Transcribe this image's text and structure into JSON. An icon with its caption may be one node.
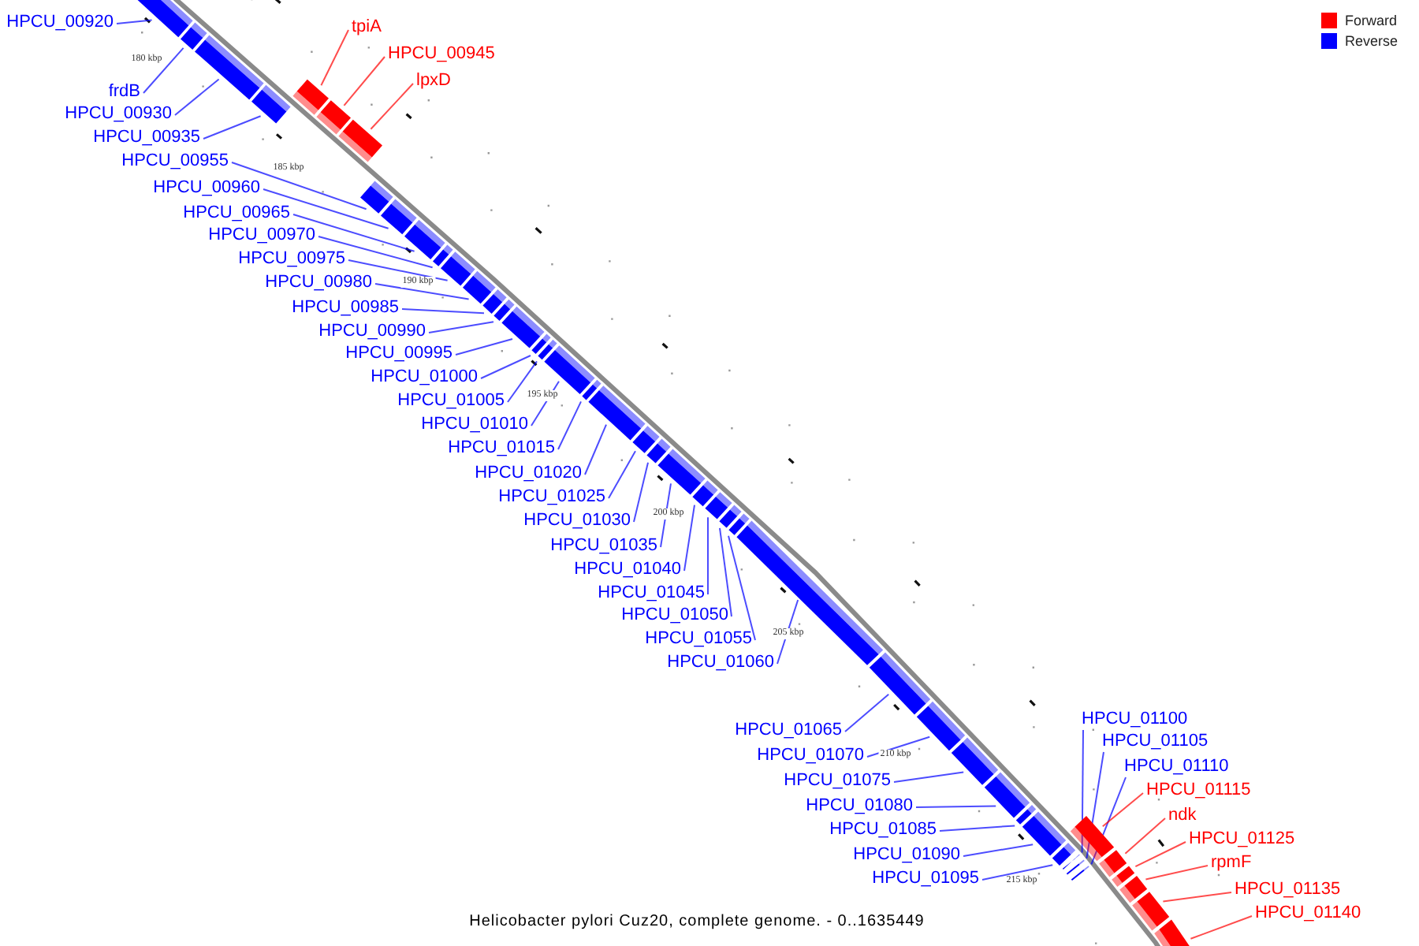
{
  "diagram": {
    "caption": "Helicobacter pylori Cuz20, complete genome. - 0..1635449",
    "nodes": [
      {
        "text": [
          "HPCU_00920"
        ]
      },
      {
        "text": [],
        "shape": "bar"
      },
      {
        "text": [
          "frdB"
        ]
      },
      {
        "text": [],
        "shape": "bar"
      },
      {
        "text": [
          "HPCU_00930"
        ]
      },
      {
        "text": [],
        "shape": "bar"
      },
      {
        "text": [
          "HPCU_00935"
        ]
      },
      {
        "text": [],
        "shape": "bar"
      },
      {
        "text": [
          "tpiA"
        ]
      },
      {
        "text": [],
        "shape": "bar"
      },
      {
        "text": [
          "HPCU_00945"
        ]
      },
      {
        "text": [],
        "shape": "bar"
      },
      {
        "text": [
          "lpxD"
        ]
      },
      {
        "text": [],
        "shape": "bar"
      },
      {
        "text": [
          "HPCU_00955"
        ]
      },
      {
        "text": [],
        "shape": "bar"
      },
      {
        "text": [
          "HPCU_00960"
        ]
      },
      {
        "text": [],
        "shape": "bar"
      },
      {
        "text": [
          "HPCU_00965"
        ]
      },
      {
        "text": [],
        "shape": "bar"
      },
      {
        "text": [
          "HPCU_00970"
        ]
      },
      {
        "text": [],
        "shape": "bar"
      },
      {
        "text": [
          "HPCU_00975"
        ]
      },
      {
        "text": [],
        "shape": "bar"
      },
      {
        "text": [
          "HPCU_00980"
        ]
      },
      {
        "text": [],
        "shape": "bar"
      },
      {
        "text": [
          "HPCU_00985"
        ]
      },
      {
        "text": [],
        "shape": "bar"
      },
      {
        "text": [
          "HPCU_00990"
        ]
      },
      {
        "text": [],
        "shape": "bar"
      },
      {
        "text": [
          "HPCU_00995"
        ]
      },
      {
        "text": [],
        "shape": "bar"
      },
      {
        "text": [
          "HPCU_01000"
        ]
      },
      {
        "text": [],
        "shape": "bar"
      },
      {
        "text": [
          "HPCU_01005"
        ]
      },
      {
        "text": [],
        "shape": "bar"
      },
      {
        "text": [
          "HPCU_01010"
        ]
      },
      {
        "text": [],
        "shape": "bar"
      },
      {
        "text": [
          "HPCU_01015"
        ]
      },
      {
        "text": [],
        "shape": "bar"
      },
      {
        "text": [
          "HPCU_01020"
        ]
      },
      {
        "text": [],
        "shape": "bar"
      },
      {
        "text": [
          "HPCU_01025"
        ]
      },
      {
        "text": [],
        "shape": "bar"
      },
      {
        "text": [
          "HPCU_01030"
        ]
      },
      {
        "text": [],
        "shape": "bar"
      },
      {
        "text": [
          "HPCU_01035"
        ]
      },
      {
        "text": [],
        "shape": "bar"
      },
      {
        "text": [
          "HPCU_01040"
        ]
      },
      {
        "text": [],
        "shape": "bar"
      },
      {
        "text": [
          "HPCU_01045"
        ]
      },
      {
        "text": [],
        "shape": "bar"
      },
      {
        "text": [
          "HPCU_01050"
        ]
      },
      {
        "text": [],
        "shape": "bar"
      },
      {
        "text": [
          "HPCU_01055"
        ]
      },
      {
        "text": [],
        "shape": "bar"
      },
      {
        "text": [
          "HPCU_01060"
        ]
      },
      {
        "text": [],
        "shape": "bar"
      },
      {
        "text": [
          "HPCU_01065"
        ]
      },
      {
        "text": [],
        "shape": "bar"
      },
      {
        "text": [
          "HPCU_01070"
        ]
      },
      {
        "text": [],
        "shape": "bar"
      },
      {
        "text": [
          "HPCU_01075"
        ]
      },
      {
        "text": [],
        "shape": "bar"
      },
      {
        "text": [
          "HPCU_01080"
        ]
      },
      {
        "text": [],
        "shape": "bar"
      },
      {
        "text": [
          "HPCU_01085"
        ]
      },
      {
        "text": [],
        "shape": "bar"
      },
      {
        "text": [
          "HPCU_01090"
        ]
      },
      {
        "text": [],
        "shape": "bar"
      },
      {
        "text": [
          "HPCU_01095"
        ]
      },
      {
        "text": [],
        "shape": "bar"
      },
      {
        "text": [
          "HPCU_01100"
        ]
      },
      {
        "text": [],
        "shape": "bar"
      },
      {
        "text": [
          "HPCU_01105"
        ]
      },
      {
        "text": [],
        "shape": "bar"
      },
      {
        "text": [
          "HPCU_01110"
        ]
      },
      {
        "text": [],
        "shape": "bar"
      },
      {
        "text": [
          "HPCU_01115"
        ]
      },
      {
        "text": [],
        "shape": "bar"
      },
      {
        "text": [
          "ndk"
        ]
      },
      {
        "text": [],
        "shape": "bar"
      },
      {
        "text": [
          "HPCU_01125"
        ]
      },
      {
        "text": [],
        "shape": "bar"
      },
      {
        "text": [
          "rpmF"
        ]
      },
      {
        "text": [],
        "shape": "bar"
      },
      {
        "text": [
          "HPCU_01135"
        ]
      },
      {
        "text": [],
        "shape": "bar"
      },
      {
        "text": [
          "HPCU_01140"
        ]
      },
      {
        "text": [],
        "shape": "bar"
      }
    ],
    "edges": [
      {
        "from": 0,
        "to": 1,
        "arrow": "none"
      },
      {
        "from": 2,
        "to": 3,
        "arrow": "none"
      },
      {
        "from": 4,
        "to": 5,
        "arrow": "none"
      },
      {
        "from": 6,
        "to": 7,
        "arrow": "none"
      },
      {
        "from": 8,
        "to": 9,
        "arrow": "none",
        "color": "#ff0000"
      },
      {
        "from": 10,
        "to": 11,
        "arrow": "none",
        "color": "#ff0000"
      },
      {
        "from": 12,
        "to": 13,
        "arrow": "none",
        "color": "#ff0000"
      },
      {
        "from": 14,
        "to": 15,
        "arrow": "none"
      },
      {
        "from": 16,
        "to": 17,
        "arrow": "none"
      },
      {
        "from": 18,
        "to": 19,
        "arrow": "none"
      },
      {
        "from": 20,
        "to": 21,
        "arrow": "none"
      },
      {
        "from": 22,
        "to": 23,
        "arrow": "none"
      },
      {
        "from": 24,
        "to": 25,
        "arrow": "none"
      },
      {
        "from": 26,
        "to": 27,
        "arrow": "none"
      },
      {
        "from": 28,
        "to": 29,
        "arrow": "none"
      },
      {
        "from": 30,
        "to": 31,
        "arrow": "none"
      },
      {
        "from": 32,
        "to": 33,
        "arrow": "none"
      },
      {
        "from": 34,
        "to": 35,
        "arrow": "none"
      },
      {
        "from": 36,
        "to": 37,
        "arrow": "none"
      },
      {
        "from": 38,
        "to": 39,
        "arrow": "none"
      },
      {
        "from": 40,
        "to": 41,
        "arrow": "none"
      },
      {
        "from": 42,
        "to": 43,
        "arrow": "none"
      },
      {
        "from": 44,
        "to": 45,
        "arrow": "none"
      },
      {
        "from": 46,
        "to": 47,
        "arrow": "none"
      },
      {
        "from": 48,
        "to": 49,
        "arrow": "none"
      },
      {
        "from": 50,
        "to": 51,
        "arrow": "none"
      },
      {
        "from": 52,
        "to": 53,
        "arrow": "none"
      },
      {
        "from": 54,
        "to": 55,
        "arrow": "none"
      },
      {
        "from": 56,
        "to": 57,
        "arrow": "none"
      },
      {
        "from": 58,
        "to": 59,
        "arrow": "none"
      },
      {
        "from": 60,
        "to": 61,
        "arrow": "none"
      },
      {
        "from": 62,
        "to": 63,
        "arrow": "none"
      },
      {
        "from": 64,
        "to": 65,
        "arrow": "none"
      },
      {
        "from": 66,
        "to": 67,
        "arrow": "none"
      },
      {
        "from": 68,
        "to": 69,
        "arrow": "none"
      },
      {
        "from": 70,
        "to": 71,
        "arrow": "none"
      },
      {
        "from": 72,
        "to": 73,
        "arrow": "none"
      },
      {
        "from": 74,
        "to": 75,
        "arrow": "none"
      },
      {
        "from": 76,
        "to": 77,
        "arrow": "none"
      },
      {
        "from": 78,
        "to": 79,
        "arrow": "none",
        "color": "#ff0000"
      },
      {
        "from": 80,
        "to": 81,
        "arrow": "none",
        "color": "#ff0000"
      },
      {
        "from": 82,
        "to": 83,
        "arrow": "none",
        "color": "#ff0000"
      },
      {
        "from": 84,
        "to": 85,
        "arrow": "none",
        "color": "#ff0000"
      },
      {
        "from": 86,
        "to": 87,
        "arrow": "none",
        "color": "#ff0000"
      },
      {
        "from": 88,
        "to": 89,
        "arrow": "none",
        "color": "#ff0000"
      }
    ],
    "labels": [
      "180 kbp",
      "185 kbp",
      "190 kbp",
      "195 kbp",
      "200 kbp",
      "205 kbp",
      "210 kbp",
      "215 kbp"
    ],
    "legend": [
      {
        "text": "Forward",
        "color": "#ff0000"
      },
      {
        "text": "Reverse",
        "color": "#0000ff"
      }
    ]
  }
}
